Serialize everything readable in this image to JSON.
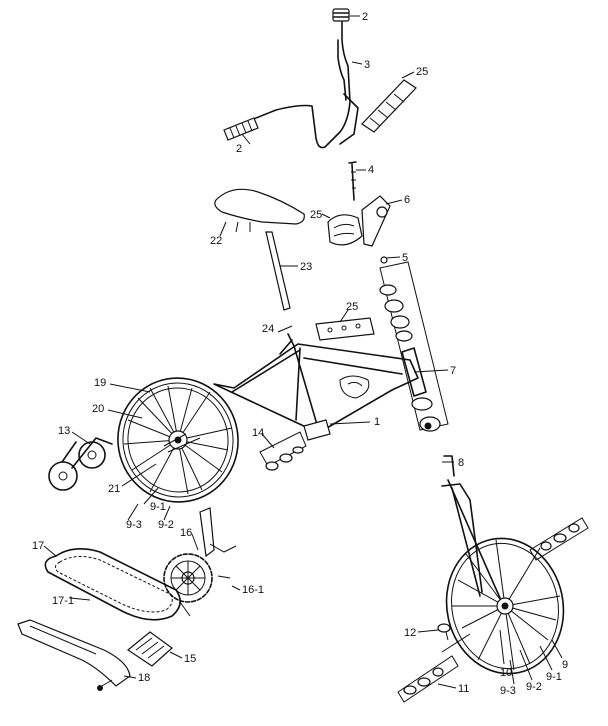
{
  "diagram": {
    "part_labels": [
      "2",
      "3",
      "25",
      "2",
      "4",
      "6",
      "22",
      "25",
      "23",
      "5",
      "25",
      "24",
      "7",
      "19",
      "20",
      "1",
      "13",
      "14",
      "8",
      "21",
      "9-1",
      "9-3",
      "9-2",
      "16",
      "17",
      "16-1",
      "17-1",
      "12",
      "15",
      "10",
      "9",
      "9-1",
      "9-2",
      "9-3",
      "18",
      "11"
    ]
  }
}
